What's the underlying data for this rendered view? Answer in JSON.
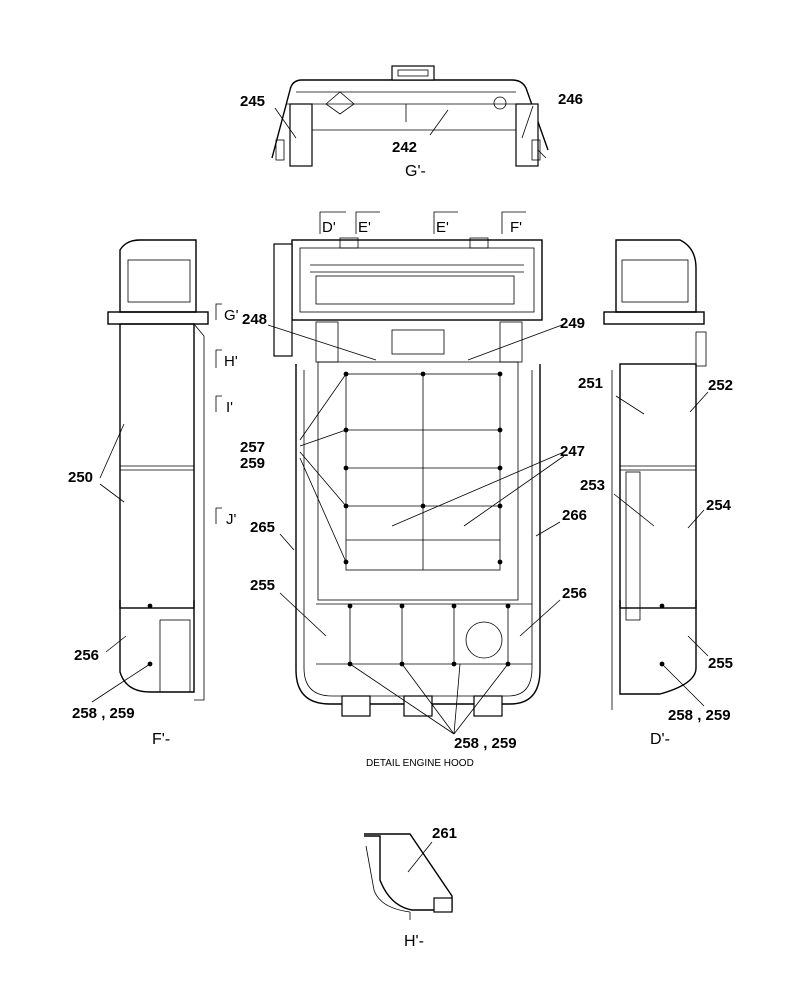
{
  "caption": "DETAIL ENGINE HOOD",
  "views": {
    "g": "G'-",
    "f": "F'-",
    "d": "D'-",
    "h": "H'-"
  },
  "section_marks": {
    "d": "D'",
    "e1": "E'",
    "e2": "E'",
    "f": "F'",
    "g": "G'",
    "h": "H'",
    "i": "I'",
    "j": "J'"
  },
  "part_numbers": {
    "p242": "242",
    "p245": "245",
    "p246": "246",
    "p247": "247",
    "p248": "248",
    "p249": "249",
    "p250": "250",
    "p251": "251",
    "p252": "252",
    "p253": "253",
    "p254": "254",
    "p255_main": "255",
    "p255_right": "255",
    "p256_main": "256",
    "p256_left": "256",
    "p257": "257",
    "p259_a": "259",
    "p258_259_left": "258 , 259",
    "p258_259_right": "258 , 259",
    "p258_259_bottom": "258 , 259",
    "p261": "261",
    "p265": "265",
    "p266": "266"
  }
}
